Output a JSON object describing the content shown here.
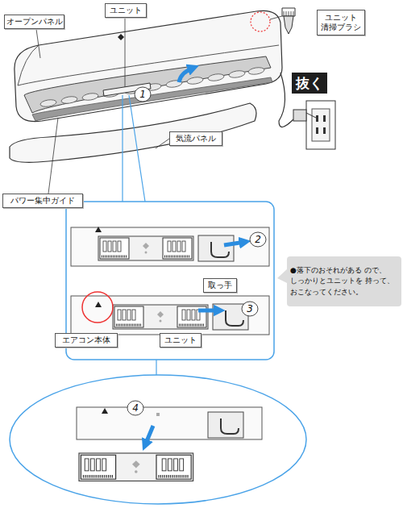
{
  "diagram": {
    "nodes": [
      {
        "text": [
          "オープンパネル"
        ]
      },
      {
        "text": [
          "ユニット"
        ]
      },
      {
        "text": [
          "ユニット 清掃ブラシ"
        ]
      },
      {
        "text": [
          "抜く"
        ]
      },
      {
        "text": [
          "気流パネル"
        ]
      },
      {
        "text": [
          "パワー集中ガイド"
        ]
      },
      {
        "text": [
          "取っ手"
        ]
      },
      {
        "text": [
          "●落下のおそれがある ので、しっかりとユニットを 持って、おこなってください。"
        ]
      },
      {
        "text": [
          "エアコン本体"
        ]
      },
      {
        "text": [
          "ユニット"
        ]
      }
    ],
    "labels": [
      "1",
      "2",
      "3",
      "4"
    ]
  }
}
